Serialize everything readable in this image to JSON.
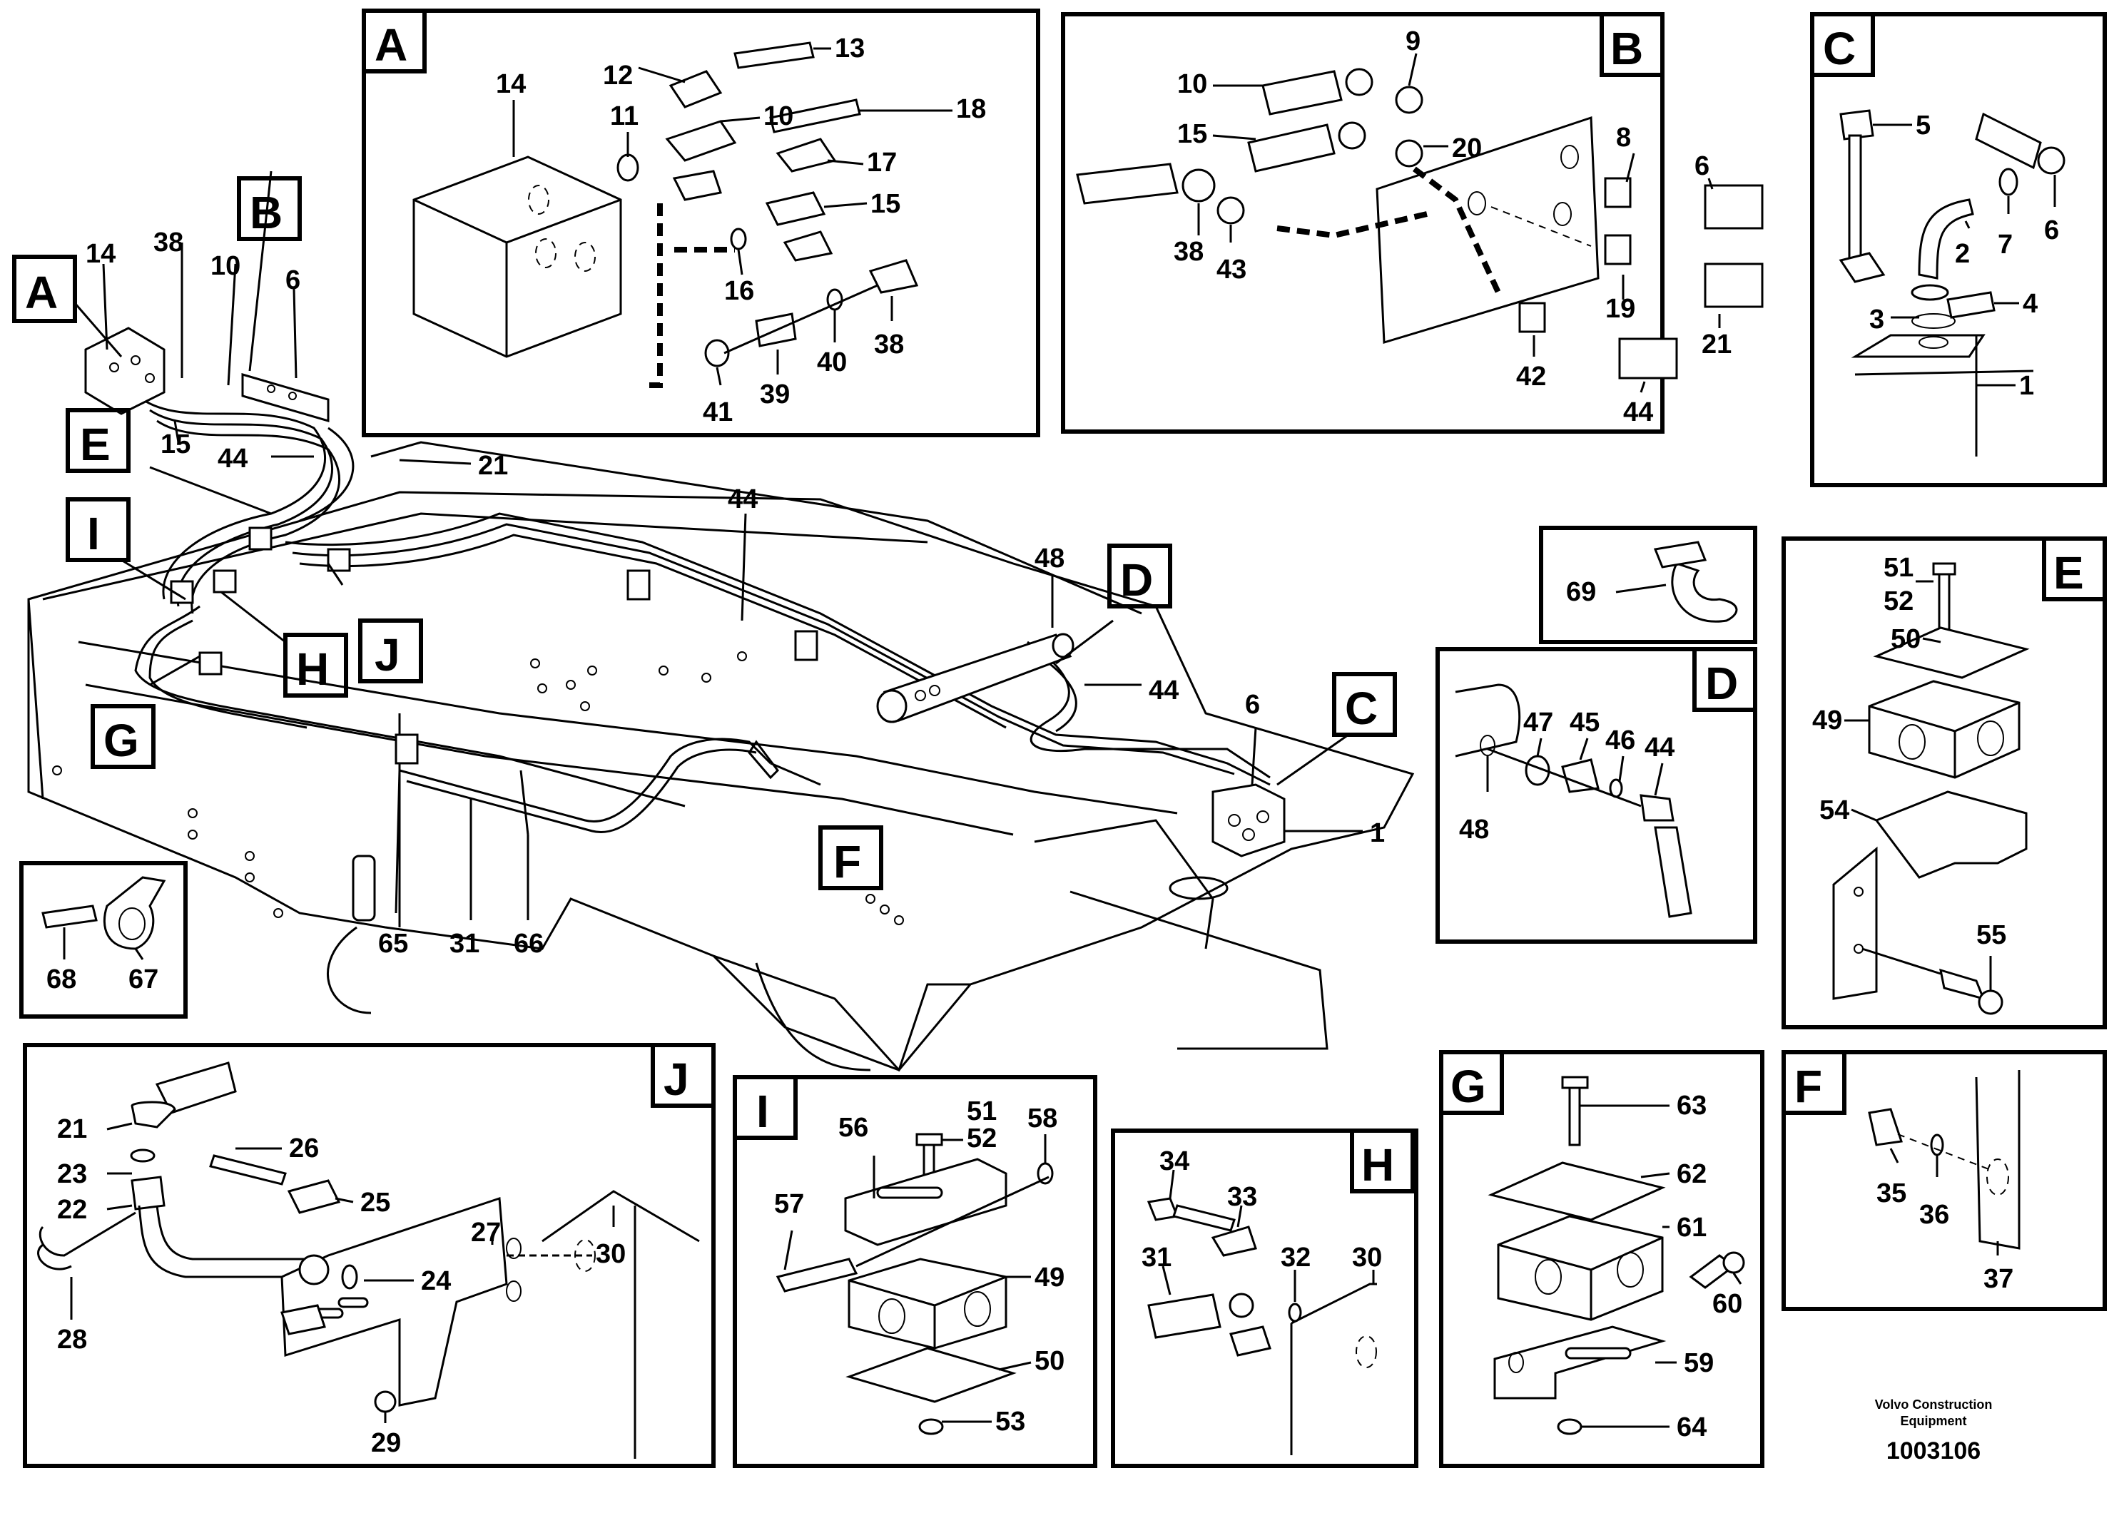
{
  "drawing": {
    "credit_line1": "Volvo Construction",
    "credit_line2": "Equipment",
    "doc_number": "1003106"
  },
  "detail_boxes": [
    "A",
    "B",
    "C",
    "D",
    "E",
    "F",
    "G",
    "H",
    "I",
    "J"
  ],
  "callouts": {
    "A": [
      "14",
      "12",
      "13",
      "11",
      "10",
      "18",
      "17",
      "15",
      "16",
      "38",
      "41",
      "39",
      "40"
    ],
    "B": [
      "10",
      "9",
      "15",
      "20",
      "8",
      "6",
      "38",
      "43",
      "19",
      "21",
      "42",
      "44"
    ],
    "C": [
      "5",
      "6",
      "7",
      "2",
      "3",
      "4",
      "1"
    ],
    "D": [
      "47",
      "45",
      "46",
      "44",
      "48"
    ],
    "E": [
      "51",
      "52",
      "50",
      "49",
      "54",
      "55"
    ],
    "F": [
      "35",
      "36",
      "37"
    ],
    "G": [
      "63",
      "62",
      "61",
      "60",
      "59",
      "64"
    ],
    "H": [
      "34",
      "33",
      "31",
      "32",
      "30"
    ],
    "I": [
      "56",
      "51",
      "52",
      "58",
      "57",
      "49",
      "50",
      "53"
    ],
    "J": [
      "21",
      "26",
      "23",
      "25",
      "22",
      "27",
      "30",
      "24",
      "28",
      "29"
    ],
    "misc": [
      "69",
      "68",
      "67"
    ],
    "overview": [
      "14",
      "38",
      "10",
      "6",
      "15",
      "44",
      "21",
      "44",
      "48",
      "44",
      "6",
      "1",
      "65",
      "31",
      "66"
    ]
  }
}
